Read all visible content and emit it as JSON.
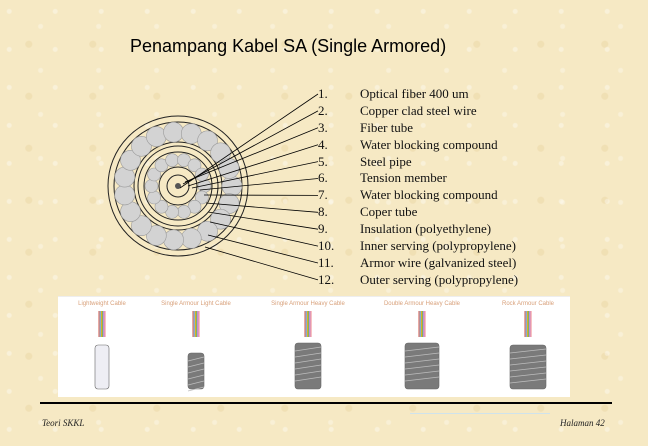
{
  "title": "Penampang Kabel SA (Single Armored)",
  "legend": [
    {
      "num": "1.",
      "text": "Optical fiber 400 um"
    },
    {
      "num": "2.",
      "text": "Copper clad steel wire"
    },
    {
      "num": "3.",
      "text": "Fiber tube"
    },
    {
      "num": "4.",
      "text": "Water blocking compound"
    },
    {
      "num": "5.",
      "text": "Steel pipe"
    },
    {
      "num": "6.",
      "text": "Tension member"
    },
    {
      "num": "7.",
      "text": "Water blocking compound"
    },
    {
      "num": "8.",
      "text": "Coper tube"
    },
    {
      "num": "9.",
      "text": "Insulation (polyethylene)"
    },
    {
      "num": "10.",
      "text": "Inner serving (polypropylene)"
    },
    {
      "num": "11.",
      "text": "Armor wire (galvanized steel)"
    },
    {
      "num": "12.",
      "text": "Outer serving (polypropylene)"
    }
  ],
  "cable_labels": [
    "Lightweight Cable",
    "Single Armour Light Cable",
    "Single Armour Heavy Cable",
    "Double Armour Heavy Cable",
    "Rock Armour Cable"
  ],
  "footer": {
    "left": "Teori SKKL",
    "right": "Halaman 42"
  },
  "colors": {
    "background": "#f6e9c4",
    "photo_label": "#d8a07a"
  }
}
